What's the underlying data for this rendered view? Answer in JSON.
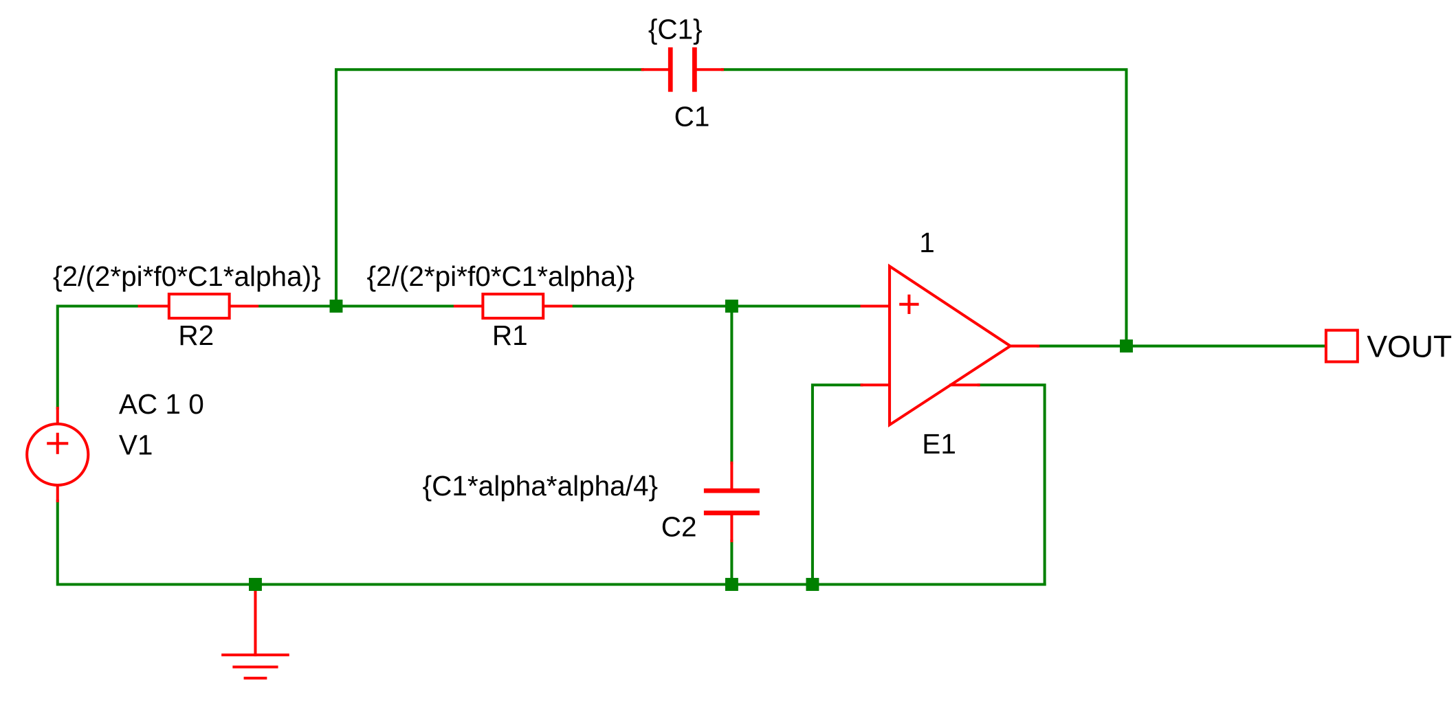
{
  "colors": {
    "background": "#ffffff",
    "wire": "#008000",
    "component": "#ff0000",
    "junction": "#008000",
    "label": "#000000"
  },
  "components": {
    "c1": {
      "type": "capacitor",
      "designator": "C1",
      "value": "{C1}"
    },
    "r2": {
      "type": "resistor",
      "designator": "R2",
      "value": "{2/(2*pi*f0*C1*alpha)}"
    },
    "r1": {
      "type": "resistor",
      "designator": "R1",
      "value": "{2/(2*pi*f0*C1*alpha)}"
    },
    "c2": {
      "type": "capacitor",
      "designator": "C2",
      "value": "{C1*alpha*alpha/4}"
    },
    "v1": {
      "type": "voltage-source",
      "designator": "V1",
      "value": "AC 1 0"
    },
    "e1": {
      "type": "vcvs-opamp",
      "designator": "E1",
      "gain": "1"
    }
  },
  "ports": {
    "vout": {
      "label": "VOUT"
    }
  }
}
